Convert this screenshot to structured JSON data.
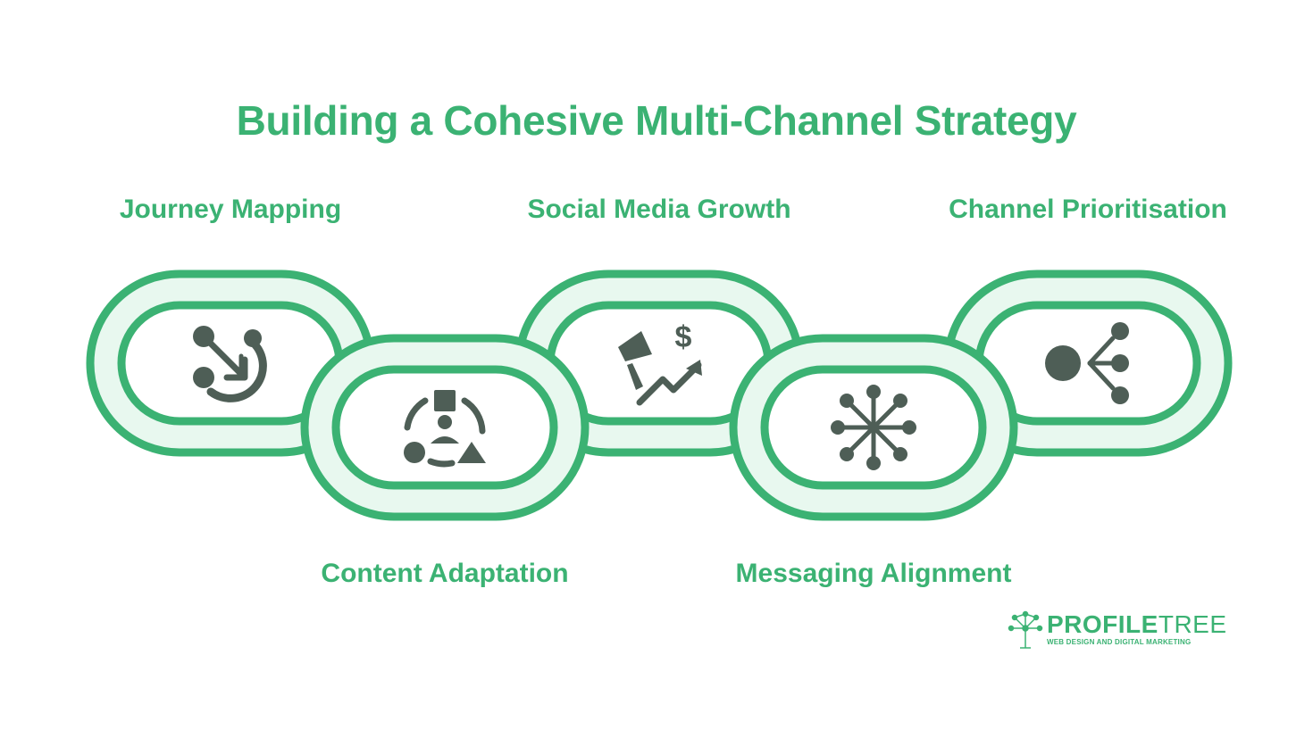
{
  "title": "Building a Cohesive Multi-Channel Strategy",
  "colors": {
    "accent": "#3bb273",
    "link_fill": "#e8f8ef",
    "icon": "#4e5e56",
    "background": "#ffffff"
  },
  "steps": [
    {
      "label": "Journey Mapping",
      "icon": "journey-clock-icon"
    },
    {
      "label": "Content Adaptation",
      "icon": "content-cycle-icon"
    },
    {
      "label": "Social Media Growth",
      "icon": "megaphone-growth-icon"
    },
    {
      "label": "Messaging Alignment",
      "icon": "network-hub-icon"
    },
    {
      "label": "Channel Prioritisation",
      "icon": "branching-icon"
    }
  ],
  "logo": {
    "name_bold": "PROFILE",
    "name_thin": "TREE",
    "tagline": "WEB DESIGN AND DIGITAL MARKETING"
  }
}
